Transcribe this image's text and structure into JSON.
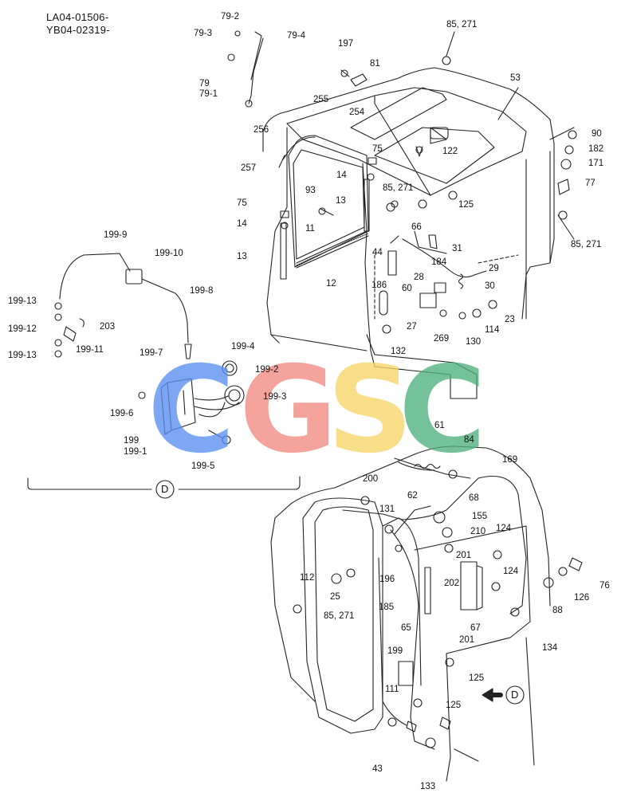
{
  "header": {
    "line1": "LA04-01506-",
    "line2": "YB04-02319-"
  },
  "watermark": {
    "letters": [
      {
        "char": "C",
        "color": "#5b8ff0"
      },
      {
        "char": "G",
        "color": "#f08a80"
      },
      {
        "char": "S",
        "color": "#f7d569"
      },
      {
        "char": "C",
        "color": "#4fb07d"
      }
    ]
  },
  "detail_marker": "D",
  "labels": {
    "l79_2": "79-2",
    "l79_3": "79-3",
    "l79_4": "79-4",
    "l79": "79",
    "l79_1": "79-1",
    "l197": "197",
    "l81": "81",
    "l85_271_a": "85, 271",
    "l53": "53",
    "l255": "255",
    "l254": "254",
    "l256": "256",
    "l75_a": "75",
    "l122": "122",
    "l90": "90",
    "l182": "182",
    "l171": "171",
    "l77": "77",
    "l257": "257",
    "l14_a": "14",
    "l93": "93",
    "l13_a": "13",
    "l85_271_b": "85, 271",
    "l125_a": "125",
    "l75_b": "75",
    "l14_b": "14",
    "l66": "66",
    "l85_271_c": "85, 271",
    "l11": "11",
    "l44": "44",
    "l31": "31",
    "l184": "184",
    "l13_b": "13",
    "l12": "12",
    "l29": "29",
    "l28": "28",
    "l186": "186",
    "l60": "60",
    "l30": "30",
    "l27": "27",
    "l269": "269",
    "l130": "130",
    "l114": "114",
    "l23": "23",
    "l132": "132",
    "l199_9": "199-9",
    "l199_10": "199-10",
    "l199_8": "199-8",
    "l199_13_a": "199-13",
    "l199_12": "199-12",
    "l203": "203",
    "l199_11": "199-11",
    "l199_13_b": "199-13",
    "l199_7": "199-7",
    "l199_4": "199-4",
    "l199_2": "199-2",
    "l199_3": "199-3",
    "l199_6": "199-6",
    "l199": "199",
    "l199_1": "199-1",
    "l199_5": "199-5",
    "l61": "61",
    "l84": "84",
    "l169": "169",
    "l200": "200",
    "l62": "62",
    "l68": "68",
    "l131": "131",
    "l155": "155",
    "l210": "210",
    "l124_a": "124",
    "l201_a": "201",
    "l112": "112",
    "l196": "196",
    "l124_b": "124",
    "l76": "76",
    "l202": "202",
    "l25": "25",
    "l126": "126",
    "l88": "88",
    "l185": "185",
    "l85_271_d": "85, 271",
    "l67": "67",
    "l65": "65",
    "l201_b": "201",
    "l134": "134",
    "l199_b": "199",
    "l125_b": "125",
    "l111": "111",
    "l125_c": "125",
    "l43": "43",
    "l133": "133"
  }
}
